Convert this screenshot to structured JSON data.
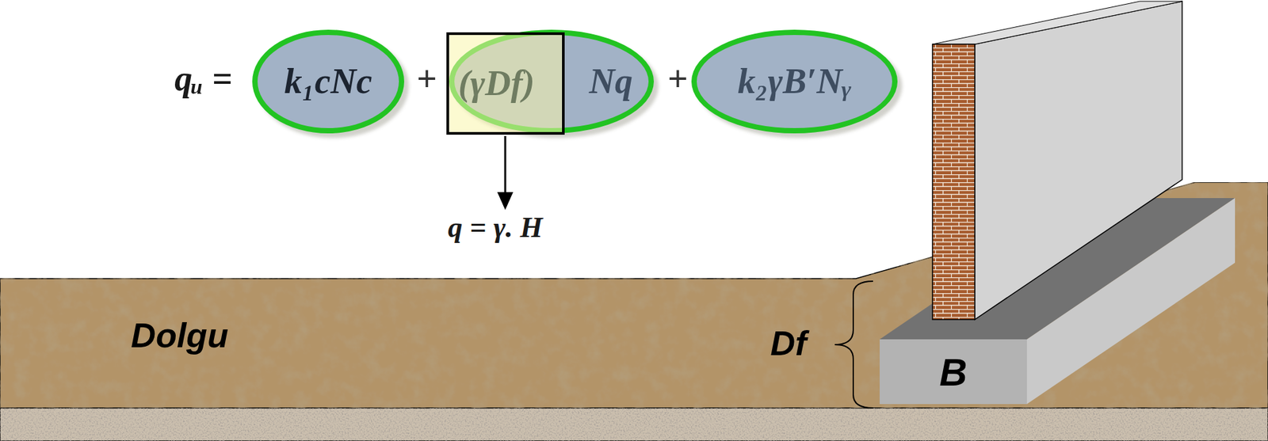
{
  "diagram": {
    "nodes": [
      {
        "text": [
          "k₁cNc"
        ]
      },
      {
        "text": [
          "(γDf)"
        ]
      },
      {
        "text": [
          "Nq"
        ]
      },
      {
        "text": [
          "k₂γB′Nᵧ"
        ]
      },
      {
        "text": [
          "B"
        ]
      }
    ],
    "edges": [],
    "labels": [
      "qᵤ =",
      "+",
      "+",
      "q = γ. H",
      "Dolgu",
      "Df"
    ]
  }
}
